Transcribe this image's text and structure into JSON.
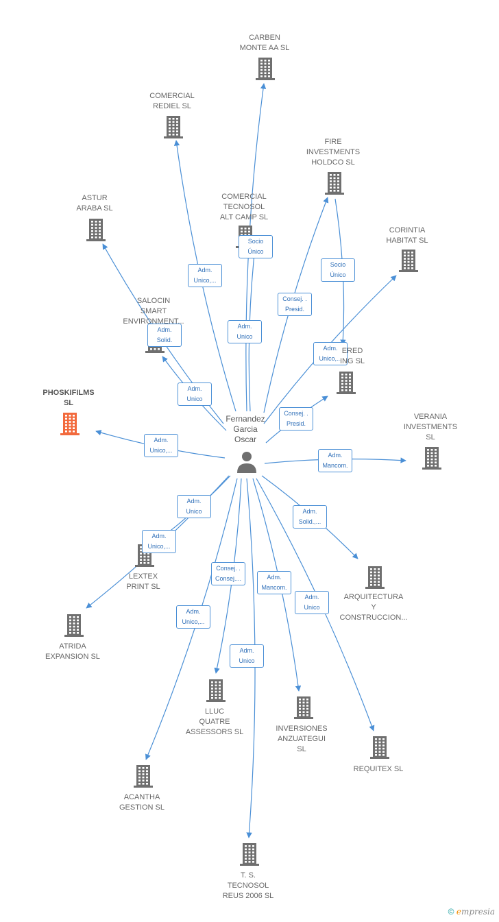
{
  "center": {
    "name": "Fernandez\nGarcia\nOscar",
    "icon": "person-icon"
  },
  "colors": {
    "edge": "#4a8fd6",
    "building": "#6f6f6f",
    "highlight": "#f26a3d"
  },
  "nodes": [
    {
      "id": "carben",
      "label": "CARBEN\nMONTE AA  SL",
      "highlight": false,
      "role": "Adm.\nUnico"
    },
    {
      "id": "rediel",
      "label": "COMERCIAL\nREDIEL SL",
      "highlight": false,
      "role": "Adm.\nUnico,..."
    },
    {
      "id": "fire",
      "label": "FIRE\nINVESTMENTS\nHOLDCO  SL",
      "highlight": false,
      "role": "Consej. .\nPresid."
    },
    {
      "id": "tecnosol",
      "label": "COMERCIAL\nTECNOSOL\nALT CAMP SL",
      "highlight": false,
      "role": "Socio\nÚnico"
    },
    {
      "id": "astur",
      "label": "ASTUR\nARABA  SL",
      "highlight": false,
      "role": "Adm.\nSolid."
    },
    {
      "id": "corintia",
      "label": "CORINTIA\nHABITAT  SL",
      "highlight": false,
      "role": "Adm.\nUnico,..."
    },
    {
      "id": "salocin",
      "label": "SALOCIN\nSMART\nENVIRONMENT...",
      "highlight": false,
      "role": "Adm.\nUnico"
    },
    {
      "id": "ered",
      "label": "ERED\nING SL",
      "highlight": false,
      "role": "Consej. .\nPresid."
    },
    {
      "id": "phoskifilms",
      "label": "PHOSKIFILMS\nSL",
      "highlight": true,
      "role": "Adm.\nUnico,..."
    },
    {
      "id": "verania",
      "label": "VERANIA\nINVESTMENTS\nSL",
      "highlight": false,
      "role": "Adm.\nMancom."
    },
    {
      "id": "lextex",
      "label": "LEXTEX\nPRINT  SL",
      "highlight": false,
      "role": "Adm.\nUnico"
    },
    {
      "id": "arquitectura",
      "label": "ARQUITECTURA\nY\nCONSTRUCCION...",
      "highlight": false,
      "role": "Adm.\nSolid.,..."
    },
    {
      "id": "atrida",
      "label": "ATRIDA\nEXPANSION  SL",
      "highlight": false,
      "role": "Adm.\nUnico,..."
    },
    {
      "id": "lluc",
      "label": "LLUC\nQUATRE\nASSESSORS SL",
      "highlight": false,
      "role": "Consej. .\nConsej...."
    },
    {
      "id": "inversiones",
      "label": "INVERSIONES\nANZUATEGUI\nSL",
      "highlight": false,
      "role": "Adm.\nMancom."
    },
    {
      "id": "requitex",
      "label": "REQUITEX  SL",
      "highlight": false,
      "role": "Adm.\nUnico"
    },
    {
      "id": "acantha",
      "label": "ACANTHA\nGESTION  SL",
      "highlight": false,
      "role": "Adm.\nUnico,..."
    },
    {
      "id": "ts",
      "label": "T.  S.\nTECNOSOL\nREUS 2006 SL",
      "highlight": false,
      "role": "Adm.\nUnico"
    }
  ],
  "extra_edges": [
    {
      "from": "fire",
      "to": "ered",
      "role": "Socio\nÚnico"
    }
  ],
  "footer": {
    "copyright": "©",
    "brand_initial": "e",
    "brand_rest": "mpresia"
  }
}
